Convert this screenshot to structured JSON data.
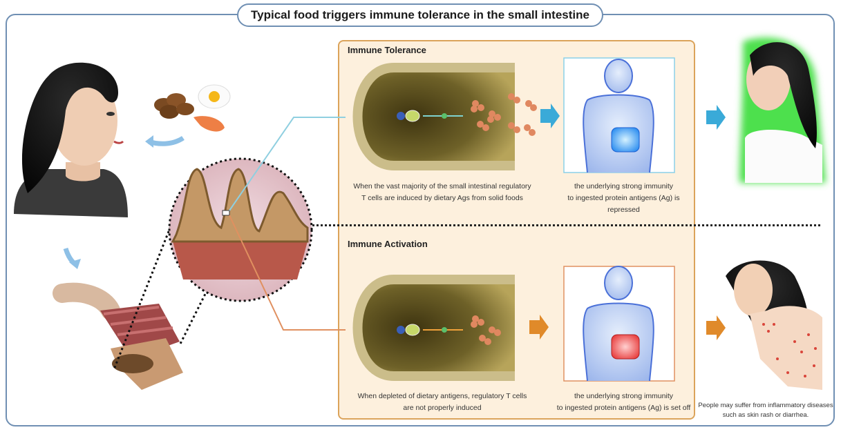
{
  "title": "Typical food triggers immune tolerance in the small intestine",
  "tolerance": {
    "heading": "Immune Tolerance",
    "caption_left": [
      "When the vast majority of the small intestinal regulatory",
      "T cells are induced by dietary Ags from solid foods"
    ],
    "caption_right": [
      "the underlying strong immunity",
      "to ingested protein antigens (Ag) is repressed"
    ]
  },
  "activation": {
    "heading": "Immune Activation",
    "caption_left": [
      "When depleted of dietary antigens, regulatory T cells",
      "are not properly induced"
    ],
    "caption_right": [
      "the underlying strong immunity",
      "to ingested protein antigens (Ag) is set off"
    ]
  },
  "outcome_caption": [
    "People may suffer from inflammatory diseases",
    "such as skin rash or diarrhea."
  ],
  "colors": {
    "frame": "#6f8fb3",
    "panel_bg": "#fdf0dd",
    "panel_border": "#dba35a",
    "tolerance_arrow": "#3aaad8",
    "activation_arrow": "#e08a2a",
    "gut_healthy": "#5aa8f0",
    "gut_inflamed": "#f06060",
    "halo_healthy": "#4de04d"
  },
  "icons": [
    "woman-face",
    "food-group",
    "intestine-tube",
    "villus-zoom",
    "villus-cross-section",
    "human-body",
    "healthy-woman",
    "rash-woman"
  ]
}
